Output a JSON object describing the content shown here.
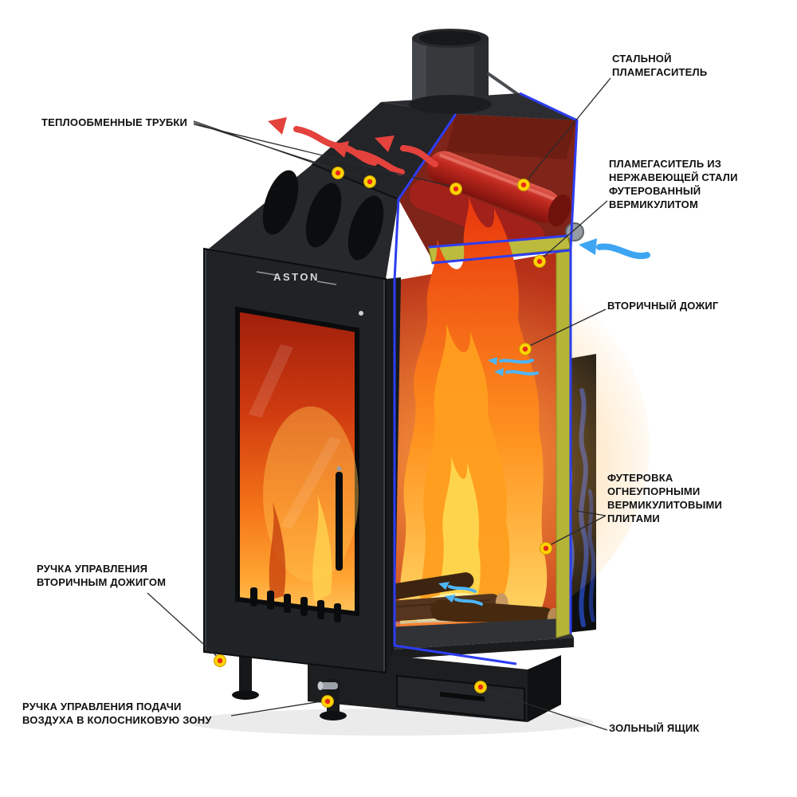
{
  "diagram": {
    "brand": "ASTON",
    "labels": {
      "heat_tubes": "ТЕПЛООБМЕННЫЕ ТРУБКИ",
      "steel_arrester": "СТАЛЬНОЙ\nПЛАМЕГАСИТЕЛЬ",
      "stainless_arrester": "ПЛАМЕГАСИТЕЛЬ ИЗ\nНЕРЖАВЕЮЩЕЙ СТАЛИ\nФУТЕРОВАННЫЙ\nВЕРМИКУЛИТОМ",
      "secondary_burn": "ВТОРИЧНЫЙ ДОЖИГ",
      "vermiculite_lining": "ФУТЕРОВКА\nОГНЕУПОРНЫМИ\nВЕРМИКУЛИТОВЫМИ\nПЛИТАМИ",
      "ash_box": "ЗОЛЬНЫЙ ЯЩИК",
      "handle_secondary": "РУЧКА УПРАВЛЕНИЯ\nВТОРИЧНЫМ ДОЖИГОМ",
      "handle_air": "РУЧКА УПРАВЛЕНИЯ ПОДАЧИ\nВОЗДУХА В КОЛОСНИКОВУЮ ЗОНУ"
    },
    "colors": {
      "marker_outer": "#ffd400",
      "marker_inner": "#e8271d",
      "cut_highlight_blue": "#2d3df2",
      "vermiculite_yellow": "#b5b437",
      "tube_red": "#c22a20",
      "flame_orange": "#ff9420",
      "hot_air_arrow": "#e4423d",
      "cold_air_arrow": "#3ea5f2",
      "stove_body": "#202326",
      "label_text": "#101010"
    }
  }
}
